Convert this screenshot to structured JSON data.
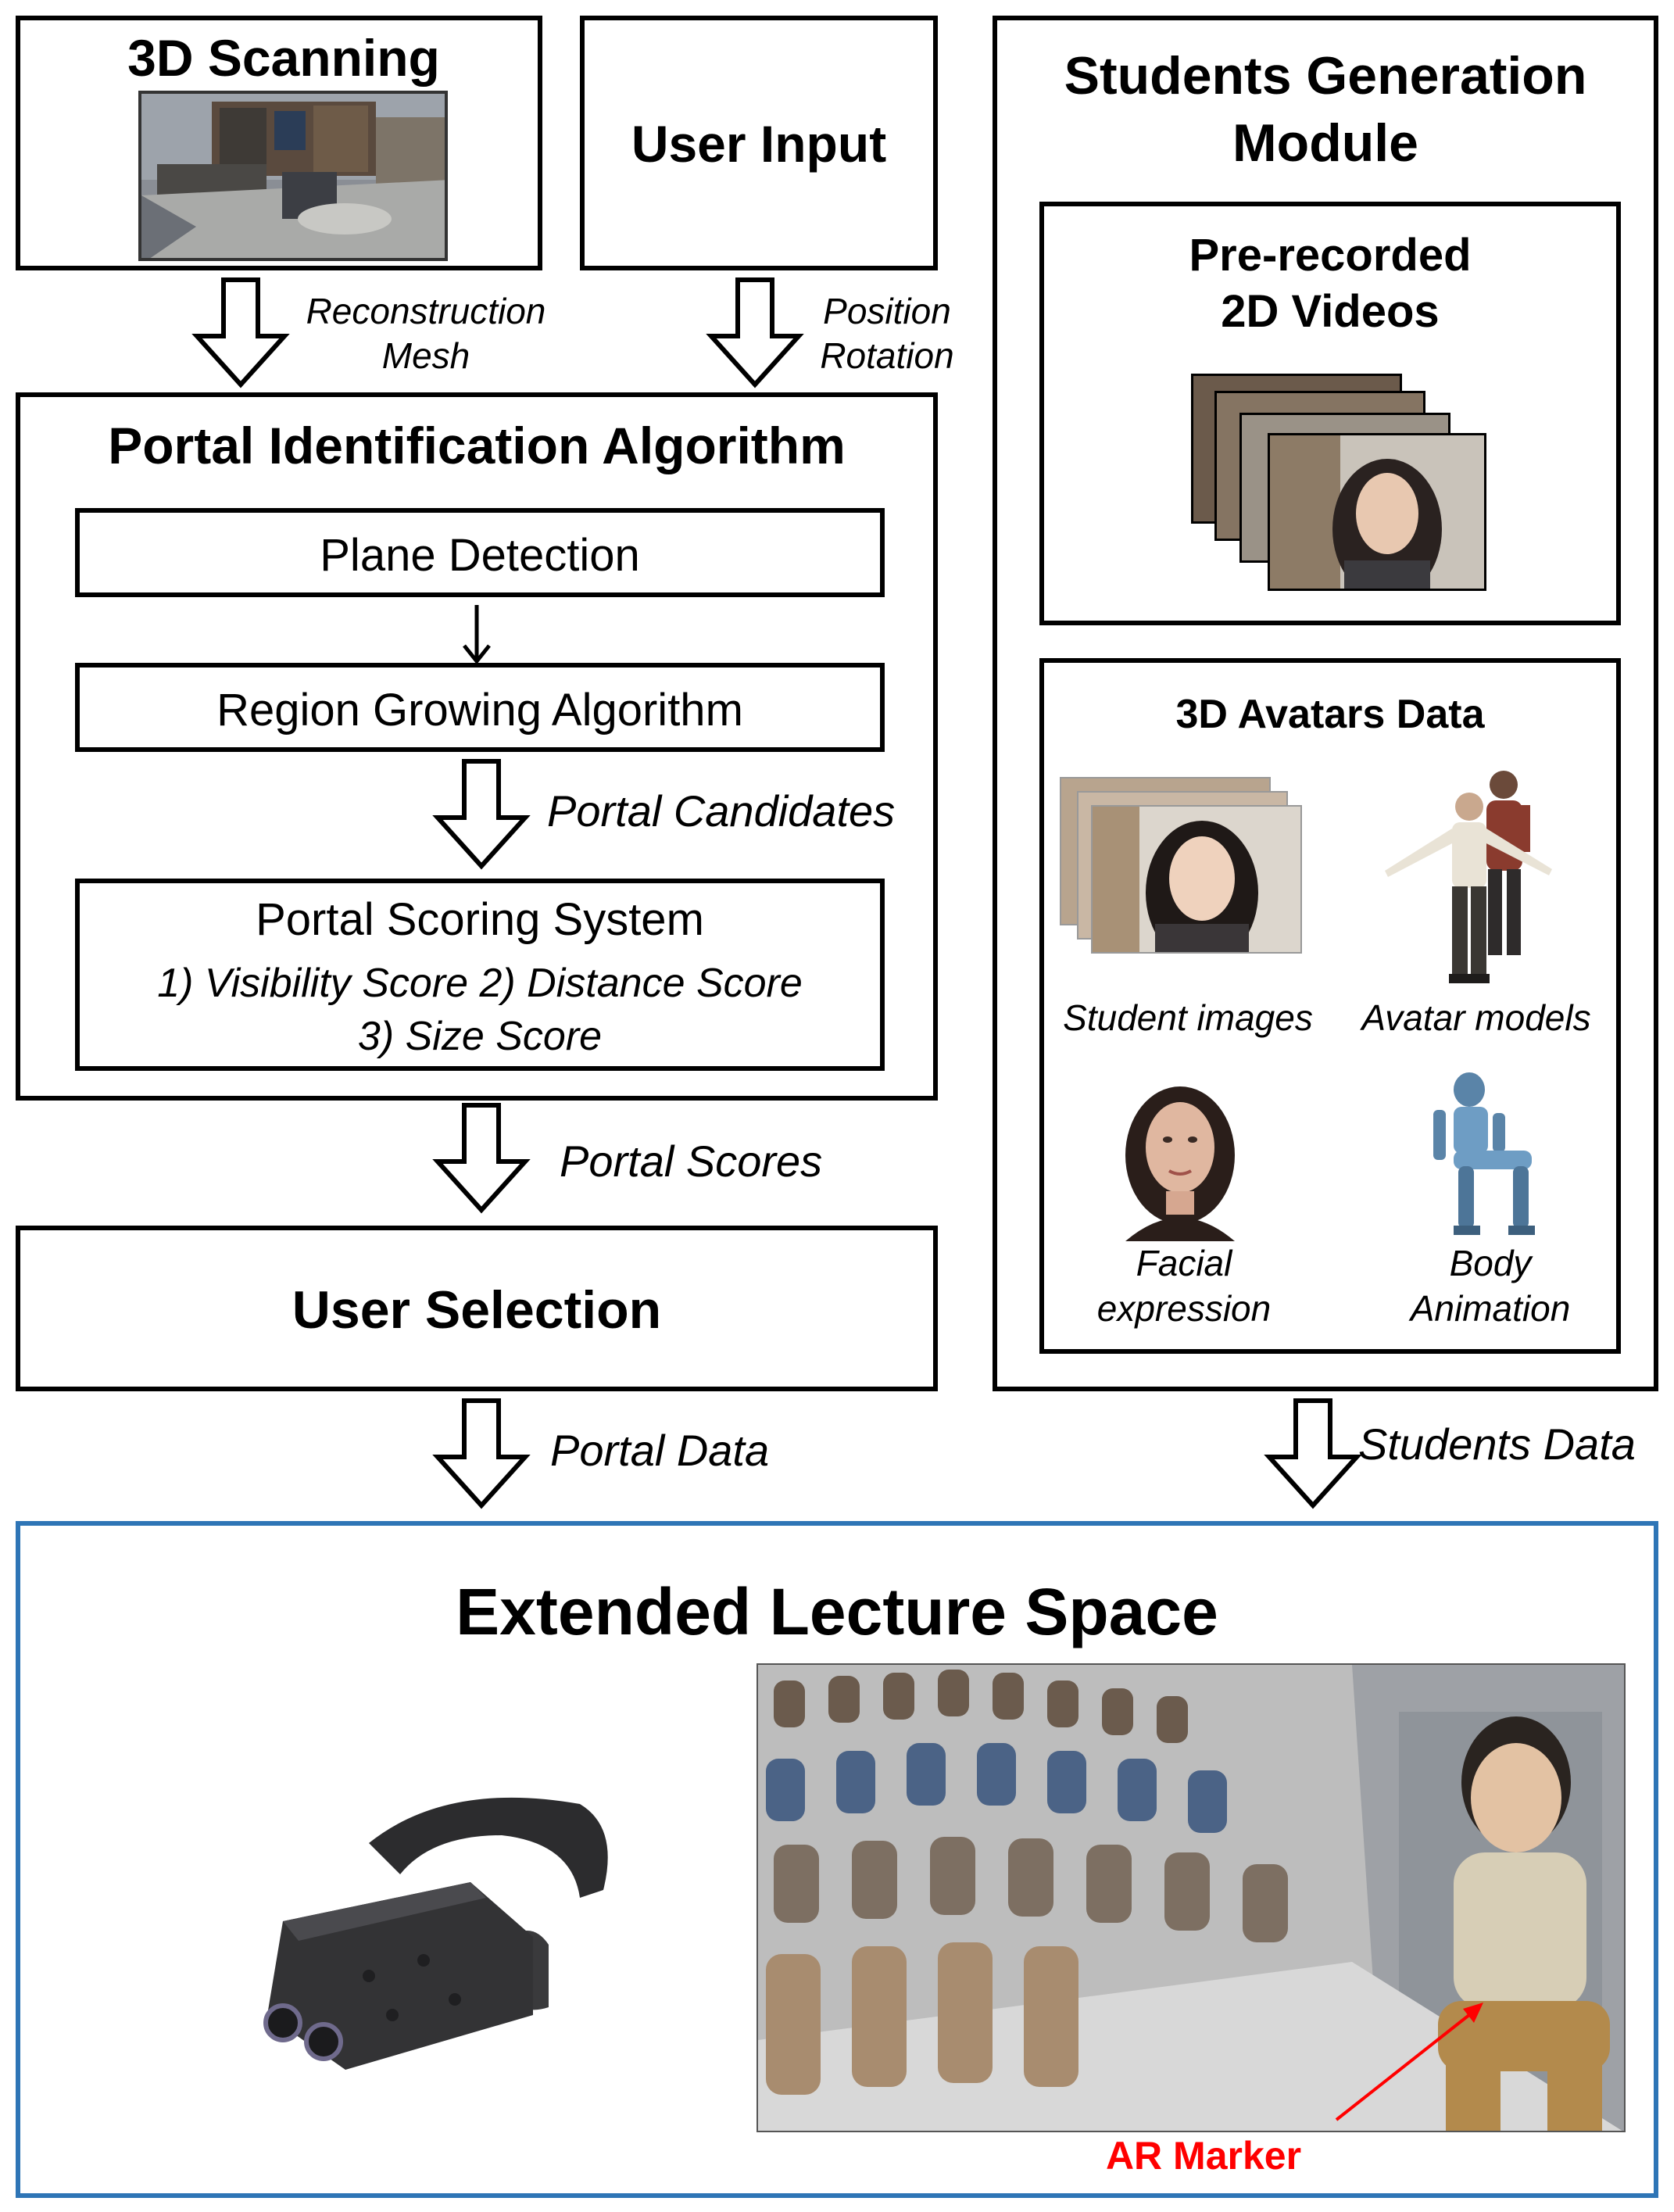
{
  "scanning": {
    "title": "3D Scanning"
  },
  "user_input": {
    "title": "User Input"
  },
  "edge_scan_to_portal": {
    "line1": "Reconstruction",
    "line2": "Mesh"
  },
  "edge_input_to_portal": {
    "line1": "Position",
    "line2": "Rotation"
  },
  "portal_algorithm": {
    "title": "Portal Identification Algorithm",
    "plane_detection": "Plane Detection",
    "region_growing": "Region Growing Algorithm",
    "candidates_label": "Portal Candidates",
    "scoring": {
      "title": "Portal Scoring System",
      "line1": "1) Visibility Score  2) Distance Score",
      "line2": "3) Size Score"
    }
  },
  "edge_scores": "Portal Scores",
  "user_selection": {
    "title": "User Selection"
  },
  "edge_portal_data": "Portal Data",
  "students_module": {
    "title_line1": "Students Generation",
    "title_line2": "Module",
    "videos": {
      "line1": "Pre-recorded",
      "line2": "2D Videos"
    },
    "avatars": {
      "title": "3D Avatars Data",
      "student_images": "Student images",
      "avatar_models": "Avatar models",
      "facial_line1": "Facial",
      "facial_line2": "expression",
      "body_line1": "Body",
      "body_line2": "Animation"
    }
  },
  "edge_students_data": "Students Data",
  "lecture_space": {
    "title": "Extended Lecture Space",
    "ar_marker": "AR Marker"
  },
  "colors": {
    "border": "#000000",
    "lecture_border": "#2e75b6",
    "ar_marker": "#ff0000"
  },
  "icons": [
    "vr-headset-icon",
    "room-scan-image",
    "video-frame-image",
    "avatar-figure-icon",
    "classroom-image"
  ]
}
